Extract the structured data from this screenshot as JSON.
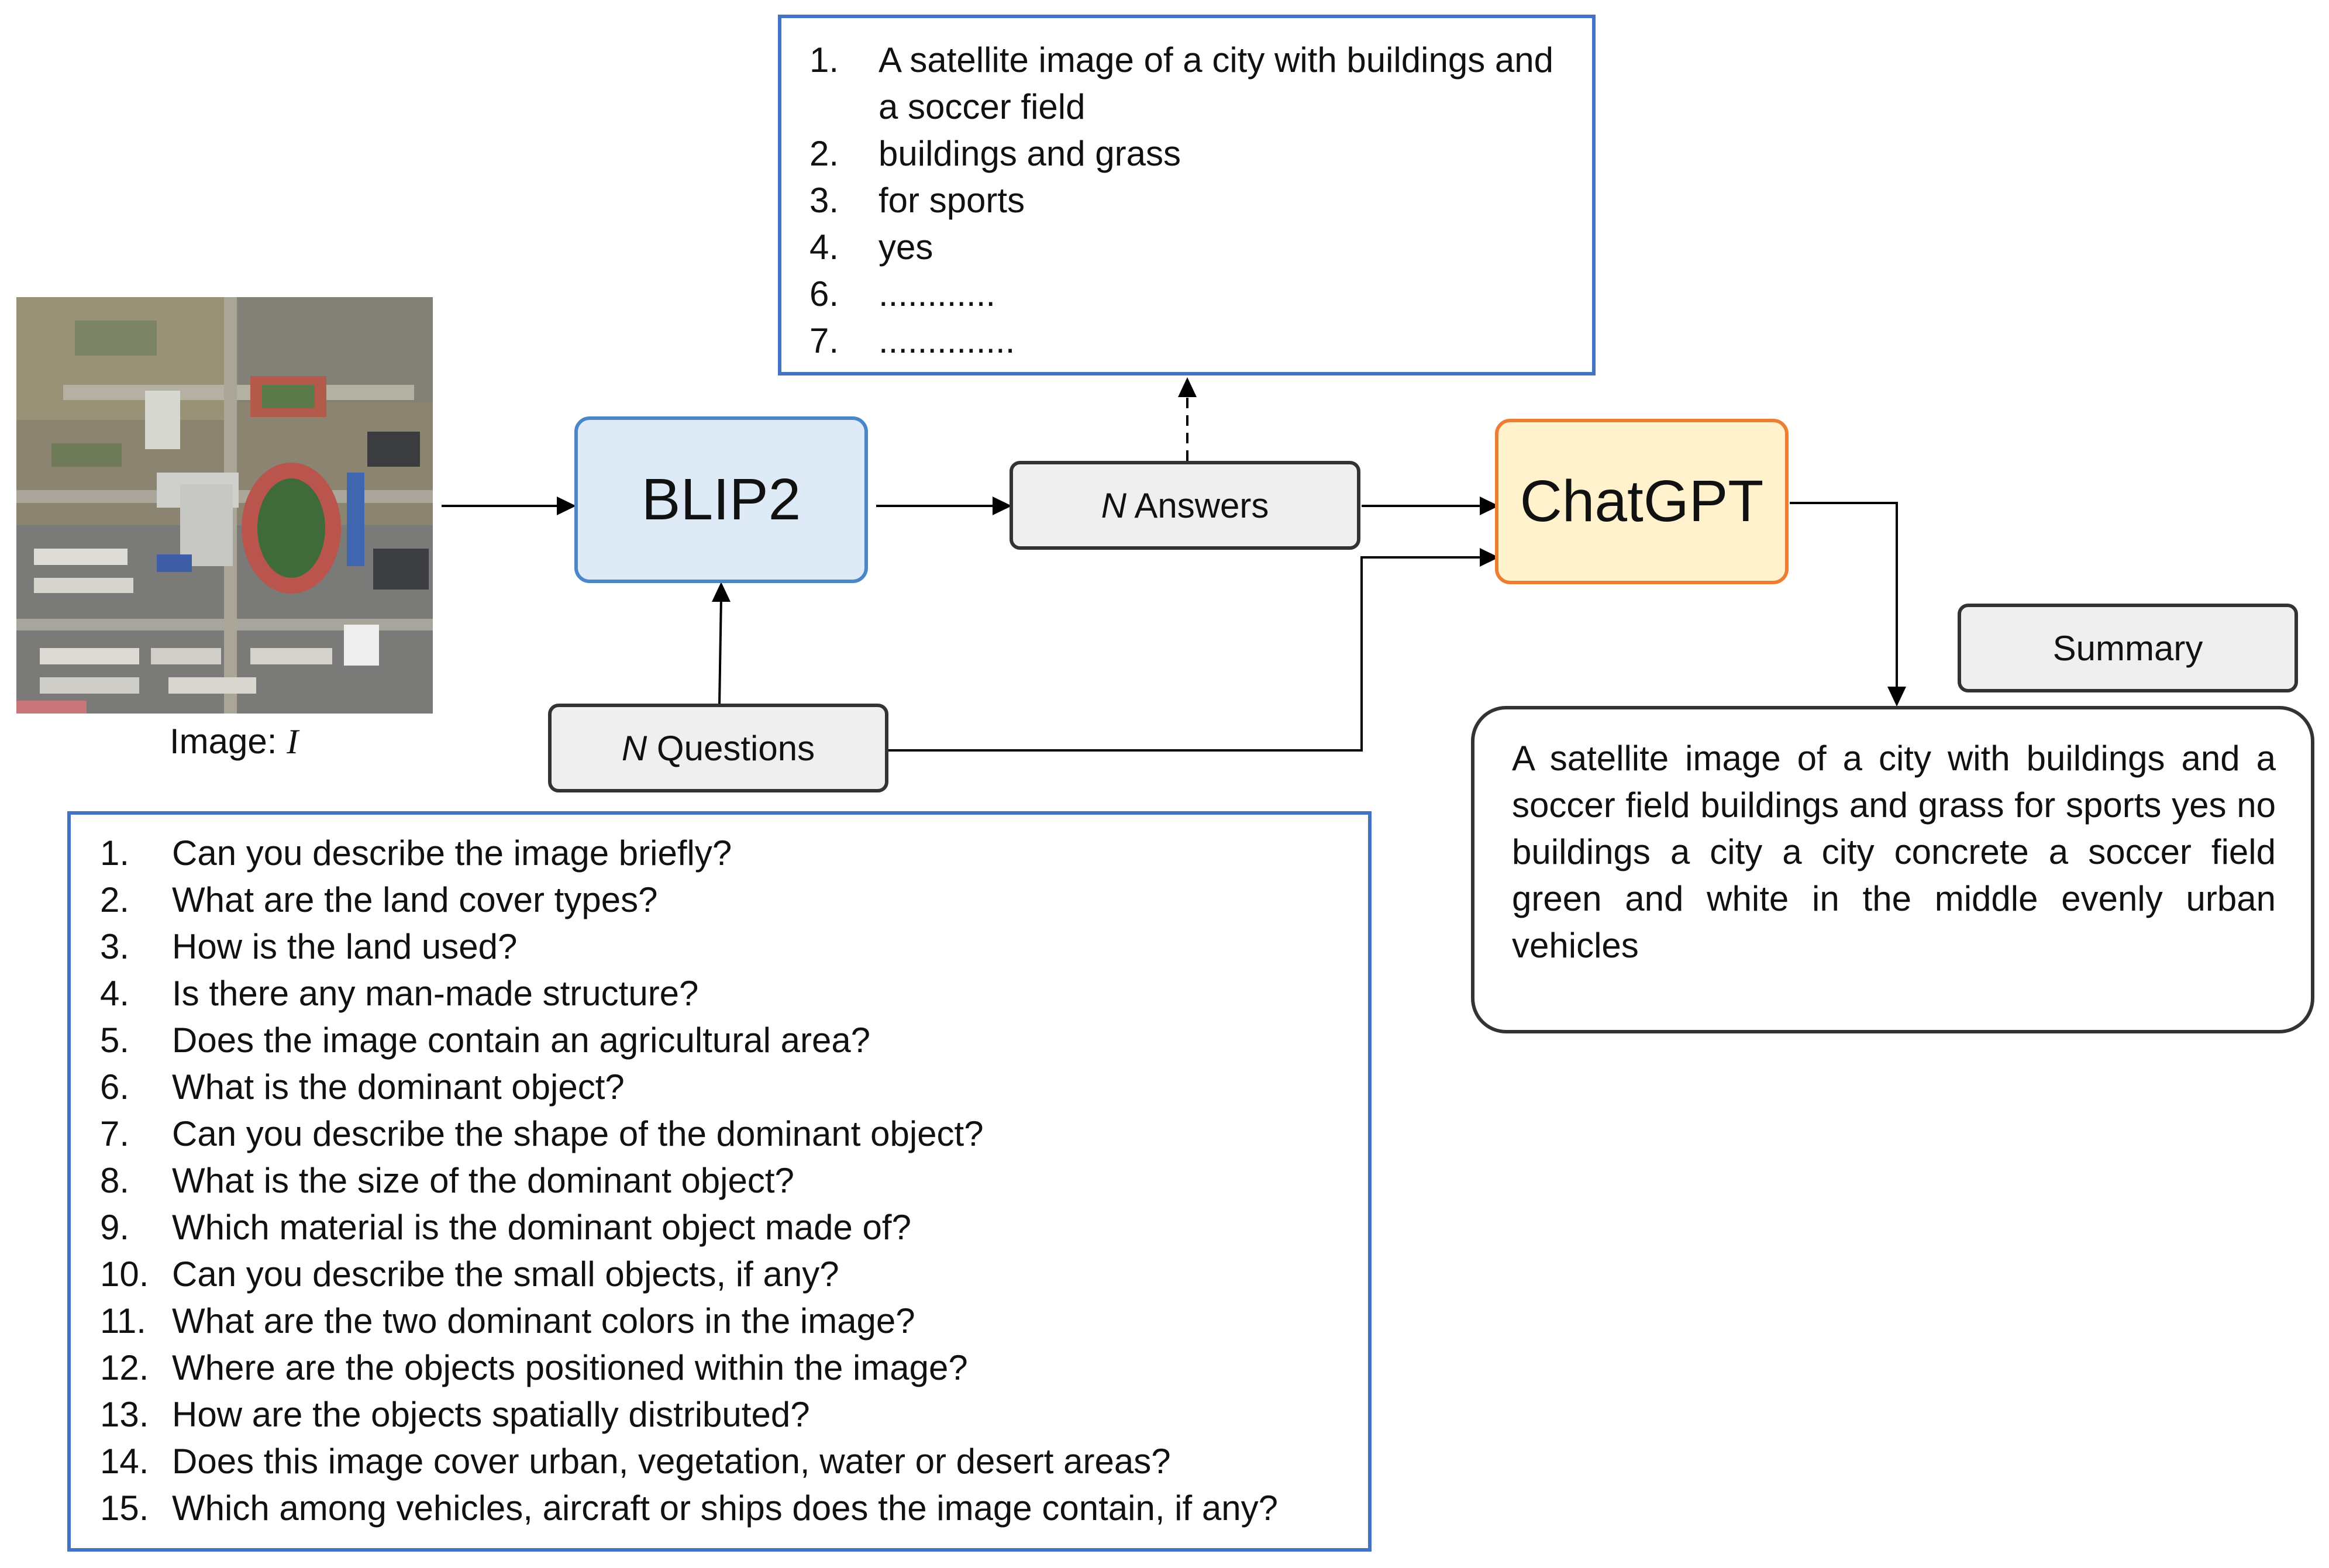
{
  "image": {
    "caption": "Image: ",
    "symbol": "I"
  },
  "nodes": {
    "blip2": "BLIP2",
    "chatgpt": "ChatGPT"
  },
  "labels": {
    "questions_var": "N",
    "questions_text": " Questions",
    "answers_var": "N",
    "answers_text": " Answers",
    "summary": "Summary"
  },
  "answers": [
    {
      "num": "1.",
      "text": "A satellite image of a city with buildings and a soccer field"
    },
    {
      "num": "2.",
      "text": "buildings and grass"
    },
    {
      "num": "3.",
      "text": "for sports"
    },
    {
      "num": "4.",
      "text": "yes"
    },
    {
      "num": "6.",
      "text": "............"
    },
    {
      "num": "7.",
      "text": ".............."
    }
  ],
  "questions": [
    {
      "num": "1.",
      "text": "Can you describe the image briefly?"
    },
    {
      "num": "2.",
      "text": "What are the land cover types?"
    },
    {
      "num": "3.",
      "text": "How is the land used?"
    },
    {
      "num": "4.",
      "text": "Is there any man-made structure?"
    },
    {
      "num": "5.",
      "text": "Does the image contain an agricultural area?"
    },
    {
      "num": "6.",
      "text": "What is the dominant object?"
    },
    {
      "num": "7.",
      "text": "Can you describe the shape of the dominant object?"
    },
    {
      "num": "8.",
      "text": "What is the size of the dominant object?"
    },
    {
      "num": "9.",
      "text": "Which material is the dominant object made of?"
    },
    {
      "num": "10.",
      "text": "Can you describe the small objects, if any?"
    },
    {
      "num": "11.",
      "text": "What are the two dominant colors in the image?"
    },
    {
      "num": "12.",
      "text": "Where are the objects positioned within the image?"
    },
    {
      "num": "13.",
      "text": "How are the objects spatially distributed?"
    },
    {
      "num": "14.",
      "text": "Does this image cover urban, vegetation, water or desert areas?"
    },
    {
      "num": "15.",
      "text": "Which among vehicles, aircraft or ships does the image contain, if any?"
    }
  ],
  "summary_text": "A satellite image of a city with buildings and a soccer field buildings and grass for sports yes no buildings a city a city concrete a soccer field green and white in the middle evenly urban vehicles",
  "colors": {
    "blip2_fill": "#deebf7",
    "blip2_border": "#4a86c8",
    "chatgpt_fill": "#fff2cc",
    "chatgpt_border": "#ed7d31",
    "list_border": "#4472c4",
    "label_fill": "#efefef",
    "label_border": "#333333"
  }
}
